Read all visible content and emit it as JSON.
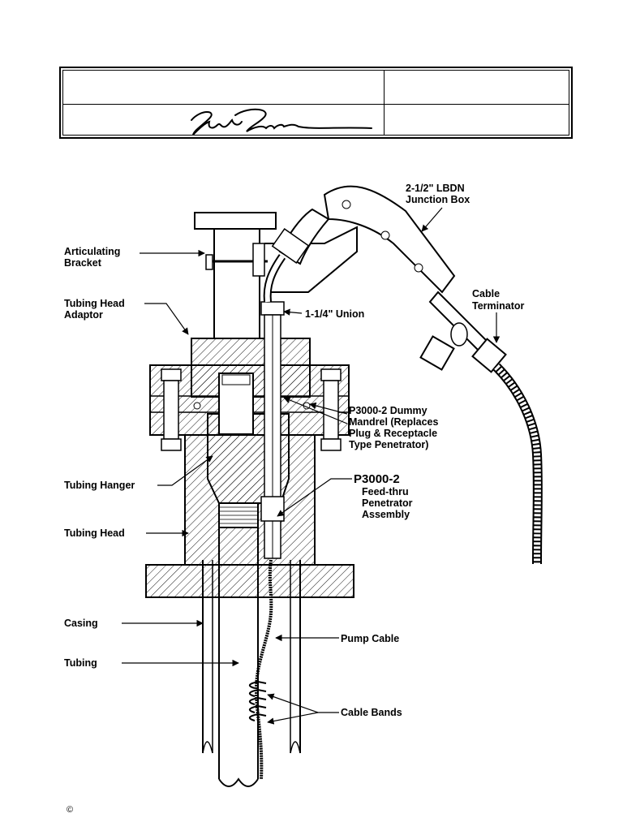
{
  "header_table": {
    "signature": "signature"
  },
  "labels": {
    "junction_box_line1": "2-1/2\" LBDN",
    "junction_box_line2": "Junction Box",
    "articulating_line1": "Articulating",
    "articulating_line2": "Bracket",
    "cable_term_line1": "Cable",
    "cable_term_line2": "Terminator",
    "adaptor_line1": "Tubing Head",
    "adaptor_line2": "Adaptor",
    "union": "1-1/4\" Union",
    "dummy_line1": "P3000-2 Dummy",
    "dummy_line2": "Mandrel (Replaces",
    "dummy_line3": "Plug & Receptacle",
    "dummy_line4": "Type Penetrator)",
    "hanger": "Tubing Hanger",
    "feed_line1": "P3000-2",
    "feed_line2": "Feed-thru",
    "feed_line3": "Penetrator",
    "feed_line4": "Assembly",
    "tubing_head": "Tubing Head",
    "casing": "Casing",
    "pump_cable": "Pump Cable",
    "tubing": "Tubing",
    "cable_bands": "Cable Bands"
  },
  "footer": {
    "copyright": "©"
  }
}
